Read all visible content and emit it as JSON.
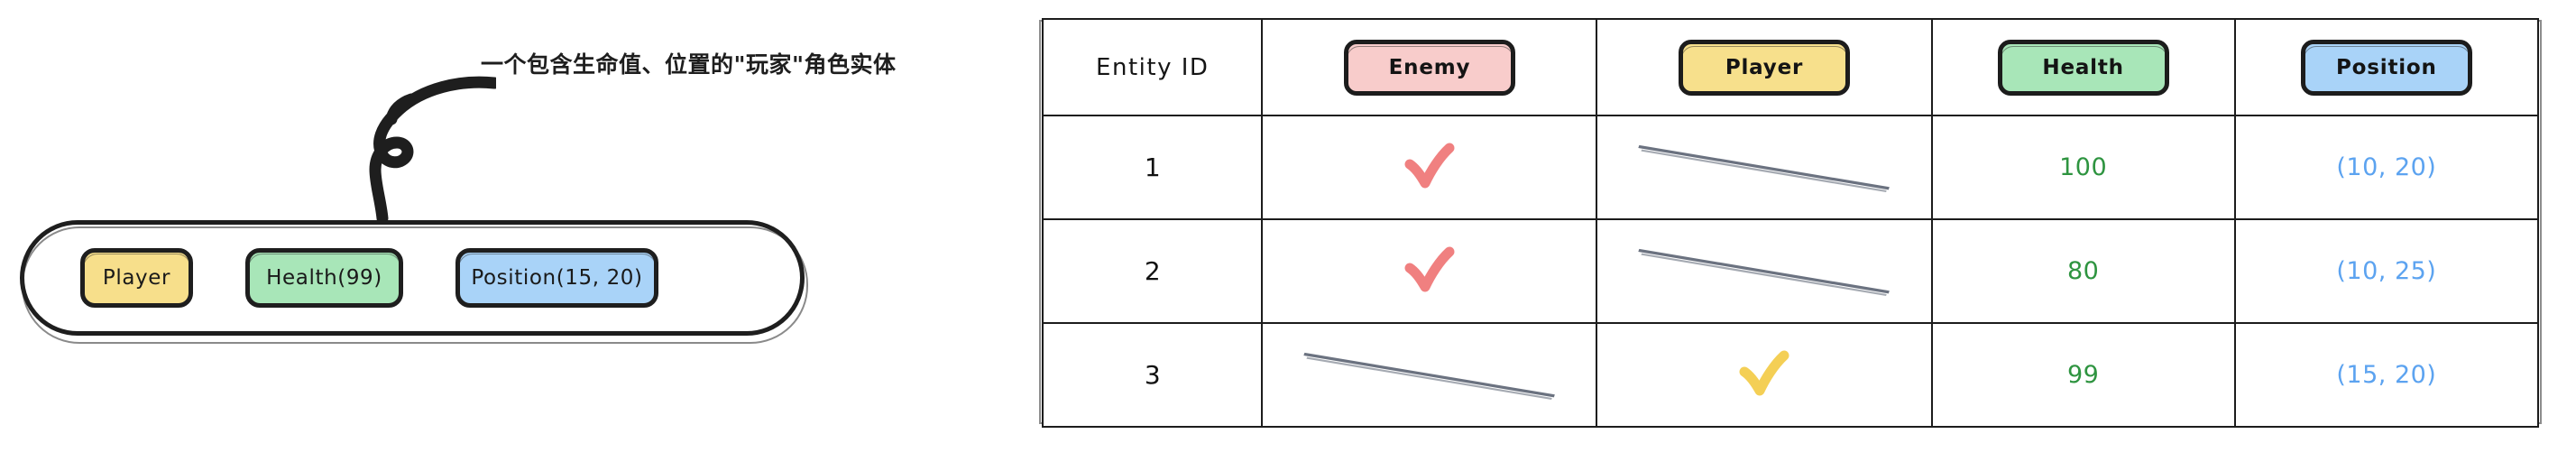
{
  "left_panel": {
    "annotation": "一个包含生命值、位置的\"玩家\"角色实体",
    "arrow_icon": "curved-arrow-icon",
    "entity": {
      "name": "player-entity",
      "components": [
        {
          "label": "Player",
          "color": "#F7DF8B",
          "icon": "tag-pill"
        },
        {
          "label": "Health(99)",
          "color": "#A8E6B8",
          "icon": "tag-pill"
        },
        {
          "label": "Position(15, 20)",
          "color": "#A9D3F8",
          "icon": "tag-pill"
        }
      ]
    }
  },
  "table": {
    "columns": [
      {
        "key": "entity_id",
        "label": "Entity ID",
        "style": "plain",
        "color": ""
      },
      {
        "key": "enemy",
        "label": "Enemy",
        "style": "pill",
        "color": "#F8CCCB"
      },
      {
        "key": "player",
        "label": "Player",
        "style": "pill",
        "color": "#F7E08C"
      },
      {
        "key": "health",
        "label": "Health",
        "style": "pill",
        "color": "#A8E6B8"
      },
      {
        "key": "position",
        "label": "Position",
        "style": "pill",
        "color": "#A9D3F8"
      }
    ],
    "rows": [
      {
        "entity_id": "1",
        "enemy": {
          "mark": "check",
          "icon": "check-icon",
          "color": "#F08080",
          "text": ""
        },
        "player": {
          "mark": "dash",
          "icon": "diagonal-dash-icon",
          "color": "#6B7280",
          "text": ""
        },
        "health": "100",
        "position": "(10, 20)"
      },
      {
        "entity_id": "2",
        "enemy": {
          "mark": "check",
          "icon": "check-icon",
          "color": "#F08080",
          "text": ""
        },
        "player": {
          "mark": "dash",
          "icon": "diagonal-dash-icon",
          "color": "#6B7280",
          "text": ""
        },
        "health": "80",
        "position": "(10, 25)"
      },
      {
        "entity_id": "3",
        "enemy": {
          "mark": "dash",
          "icon": "diagonal-dash-icon",
          "color": "#6B7280",
          "text": ""
        },
        "player": {
          "mark": "check",
          "icon": "check-icon",
          "color": "#F4CF55",
          "text": ""
        },
        "health": "99",
        "position": "(15, 20)"
      }
    ]
  },
  "palette": {
    "ink": "#1e1e1e",
    "yellow": "#F7DF8B",
    "green": "#A8E6B8",
    "blue": "#A9D3F8",
    "pink": "#F8CCCB",
    "health_text": "#2E9440",
    "position_text": "#5CA3F0",
    "check_red": "#F08080",
    "check_yellow": "#F4CF55",
    "dash_gray": "#6B7280"
  }
}
